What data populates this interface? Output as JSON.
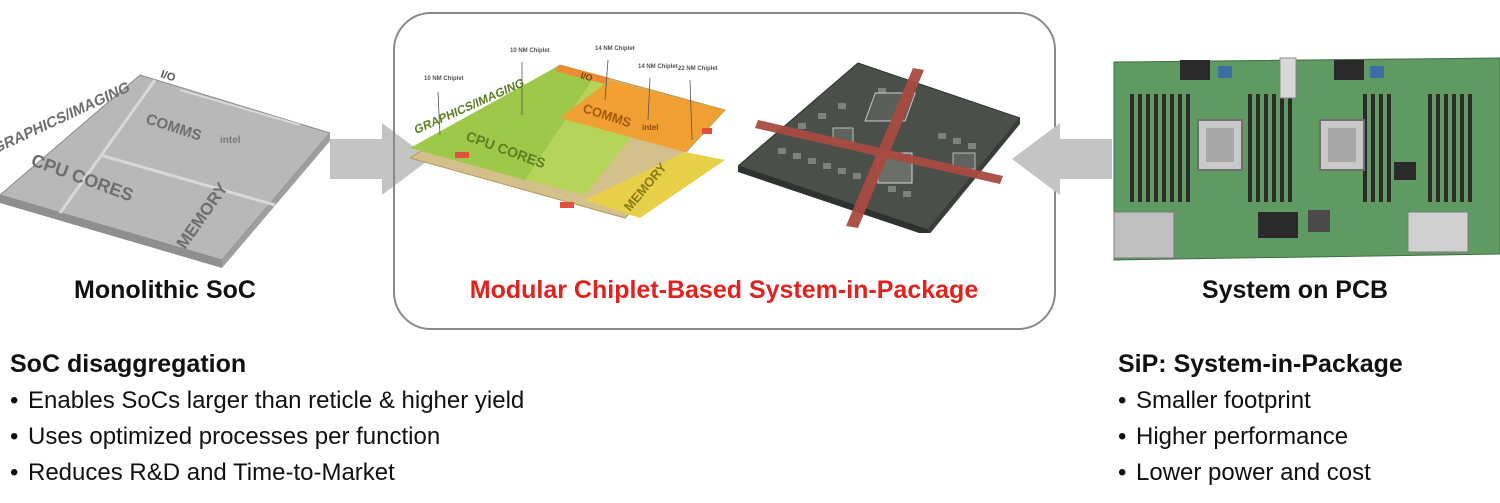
{
  "left": {
    "caption": "Monolithic SoC",
    "heading": "SoC disaggregation",
    "bullets": [
      "Enables SoCs larger than reticle & higher yield",
      "Uses optimized processes per function",
      "Reduces R&D and Time-to-Market"
    ],
    "die_labels": {
      "io": "I/O",
      "graphics": "GRAPHICS/IMAGING",
      "comms": "COMMS",
      "cpu": "CPU CORES",
      "memory": "MEMORY",
      "brand": "intel"
    }
  },
  "center": {
    "caption": "Modular Chiplet-Based System-in-Package",
    "die_labels": {
      "io": "I/O",
      "graphics": "GRAPHICS/IMAGING",
      "comms": "COMMS",
      "cpu": "CPU CORES",
      "memory": "MEMORY",
      "brand": "intel"
    },
    "chiplet_callouts": [
      "10 NM Chiplet",
      "10 NM Chiplet",
      "14 NM Chiplet",
      "14 NM Chiplet",
      "22 NM Chiplet"
    ]
  },
  "right": {
    "caption": "System on PCB",
    "heading": "SiP: System-in-Package",
    "bullets": [
      "Smaller footprint",
      "Higher performance",
      "Lower power and cost"
    ]
  },
  "colors": {
    "center_caption": "#e0231f",
    "arrow": "#c4c4c4",
    "box_border": "#8a8a8a"
  }
}
